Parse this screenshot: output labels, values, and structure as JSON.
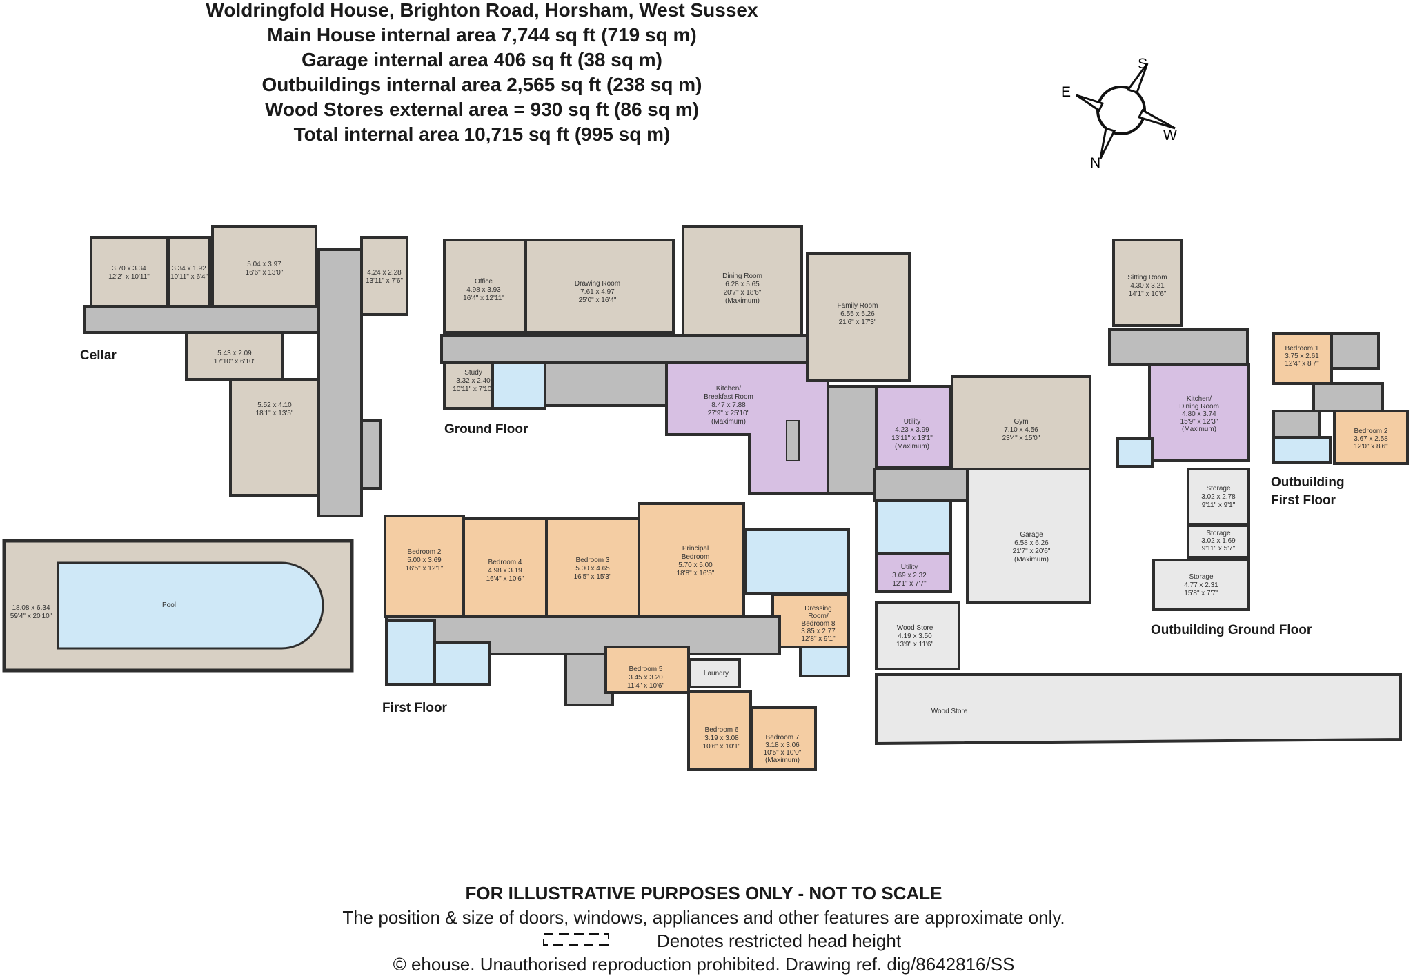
{
  "header": {
    "title": "Woldringfold House, Brighton Road, Horsham, West Sussex",
    "line1": "Main House internal area 7,744 sq ft (719 sq m)",
    "line2": "Garage internal area 406 sq ft (38 sq m)",
    "line3": "Outbuildings internal area 2,565 sq ft (238 sq m)",
    "line4": "Wood Stores external area = 930 sq ft (86 sq m)",
    "line5": "Total internal area 10,715 sq ft (995 sq m)"
  },
  "compass": {
    "s": "S",
    "e": "E",
    "w": "W",
    "n": "N"
  },
  "floor_labels": {
    "cellar": "Cellar",
    "ground": "Ground Floor",
    "first": "First Floor",
    "out_first_1": "Outbuilding",
    "out_first_2": "First Floor",
    "out_ground": "Outbuilding Ground Floor"
  },
  "rooms": {
    "c1": [
      "3.70 x 3.34",
      "12'2\" x 10'11\""
    ],
    "c2": [
      "3.34 x 1.92",
      "10'11\" x 6'4\""
    ],
    "c3": [
      "5.04 x 3.97",
      "16'6\" x 13'0\""
    ],
    "c4": [
      "4.24 x 2.28",
      "13'11\" x 7'6\""
    ],
    "c5": [
      "5.43 x 2.09",
      "17'10\" x 6'10\""
    ],
    "c6": [
      "5.52 x 4.10",
      "18'1\" x 13'5\""
    ],
    "pool": [
      "Pool"
    ],
    "pool_dim": [
      "18.08 x 6.34",
      "59'4\" x 20'10\""
    ],
    "office": [
      "Office",
      "4.98 x 3.93",
      "16'4\" x 12'11\""
    ],
    "drawing": [
      "Drawing Room",
      "7.61 x 4.97",
      "25'0\" x 16'4\""
    ],
    "dining": [
      "Dining Room",
      "6.28 x 5.65",
      "20'7\" x 18'6\"",
      "(Maximum)"
    ],
    "family": [
      "Family Room",
      "6.55 x 5.26",
      "21'6\" x 17'3\""
    ],
    "study": [
      "Study",
      "3.32 x 2.40",
      "10'11\" x 7'10\""
    ],
    "kitchen": [
      "Kitchen/",
      "Breakfast Room",
      "8.47 x 7.88",
      "27'9\" x 25'10\"",
      "(Maximum)"
    ],
    "utility1": [
      "Utility",
      "4.23 x 3.99",
      "13'11\" x 13'1\"",
      "(Maximum)"
    ],
    "gym": [
      "Gym",
      "7.10 x 4.56",
      "23'4\" x 15'0\""
    ],
    "garage": [
      "Garage",
      "6.58 x 6.26",
      "21'7\" x 20'6\"",
      "(Maximum)"
    ],
    "utility2": [
      "Utility",
      "3.69 x 2.32",
      "12'1\" x 7'7\""
    ],
    "woodstore1": [
      "Wood Store",
      "4.19 x 3.50",
      "13'9\" x 11'6\""
    ],
    "woodstore2": [
      "Wood Store"
    ],
    "bed2": [
      "Bedroom 2",
      "5.00 x 3.69",
      "16'5\" x 12'1\""
    ],
    "bed4": [
      "Bedroom 4",
      "4.98 x 3.19",
      "16'4\" x 10'6\""
    ],
    "bed3": [
      "Bedroom 3",
      "5.00 x 4.65",
      "16'5\" x 15'3\""
    ],
    "principal": [
      "Principal",
      "Bedroom",
      "5.70 x 5.00",
      "18'8\" x 16'5\""
    ],
    "dressing": [
      "Dressing",
      "Room/",
      "Bedroom 8",
      "3.85 x 2.77",
      "12'8\" x 9'1\""
    ],
    "bed5": [
      "Bedroom 5",
      "3.45 x 3.20",
      "11'4\" x 10'6\""
    ],
    "laundry": [
      "Laundry"
    ],
    "bed6": [
      "Bedroom 6",
      "3.19 x 3.08",
      "10'6\" x 10'1\""
    ],
    "bed7": [
      "Bedroom 7",
      "3.18 x 3.06",
      "10'5\" x 10'0\"",
      "(Maximum)"
    ],
    "sitting": [
      "Sitting Room",
      "4.30 x 3.21",
      "14'1\" x 10'6\""
    ],
    "out_kitchen": [
      "Kitchen/",
      "Dining Room",
      "4.80 x 3.74",
      "15'9\" x 12'3\"",
      "(Maximum)"
    ],
    "storage1": [
      "Storage",
      "3.02 x 2.78",
      "9'11\" x 9'1\""
    ],
    "storage2": [
      "Storage",
      "3.02 x 1.69",
      "9'11\" x 5'7\""
    ],
    "storage3": [
      "Storage",
      "4.77 x 2.31",
      "15'8\" x 7'7\""
    ],
    "ob_bed1": [
      "Bedroom 1",
      "3.75 x 2.61",
      "12'4\" x 8'7\""
    ],
    "ob_bed2": [
      "Bedroom 2",
      "3.67 x 2.58",
      "12'0\" x 8'6\""
    ]
  },
  "colors": {
    "reception": "#d8d0c4",
    "bedroom": "#f4cda3",
    "kitchen": "#d7c0e3",
    "bath": "#cfe8f7",
    "circulation": "#bdbdbd",
    "storage": "#e9e9e9",
    "wall": "#2e2e2e"
  },
  "footer": {
    "disclaimer": "FOR ILLUSTRATIVE PURPOSES ONLY - NOT TO SCALE",
    "note": "The position & size of doors, windows, appliances and other features are approximate only.",
    "legend_text": "Denotes restricted head height",
    "copyright": "© ehouse. Unauthorised reproduction prohibited. Drawing ref. dig/8642816/SS"
  }
}
